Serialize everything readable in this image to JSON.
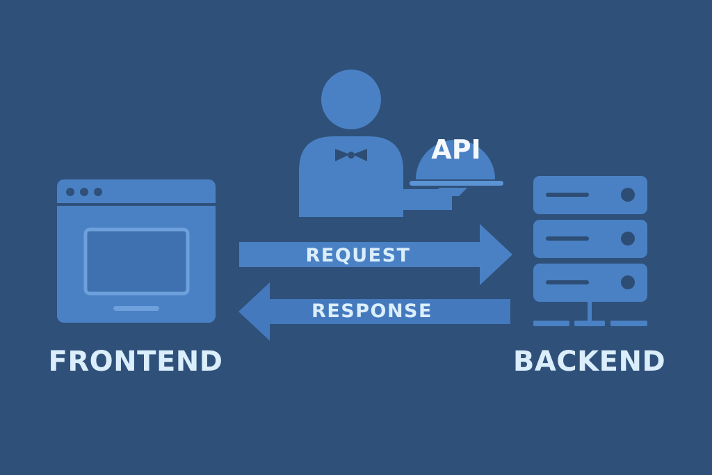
{
  "labels": {
    "frontend": "FRONTEND",
    "backend": "BACKEND",
    "request": "REQUEST",
    "response": "RESPONSE",
    "api": "API"
  },
  "colors": {
    "background": "#2f5079",
    "icon_primary": "#4a81c4",
    "icon_secondary": "#4479bd",
    "screen_fill": "#3f70b0",
    "screen_border": "#6ea0dc",
    "detail_dark": "#2d4d75",
    "text": "#dbeefb"
  },
  "icons": {
    "frontend": "browser-window-icon",
    "api": "waiter-icon",
    "backend": "server-stack-icon"
  }
}
